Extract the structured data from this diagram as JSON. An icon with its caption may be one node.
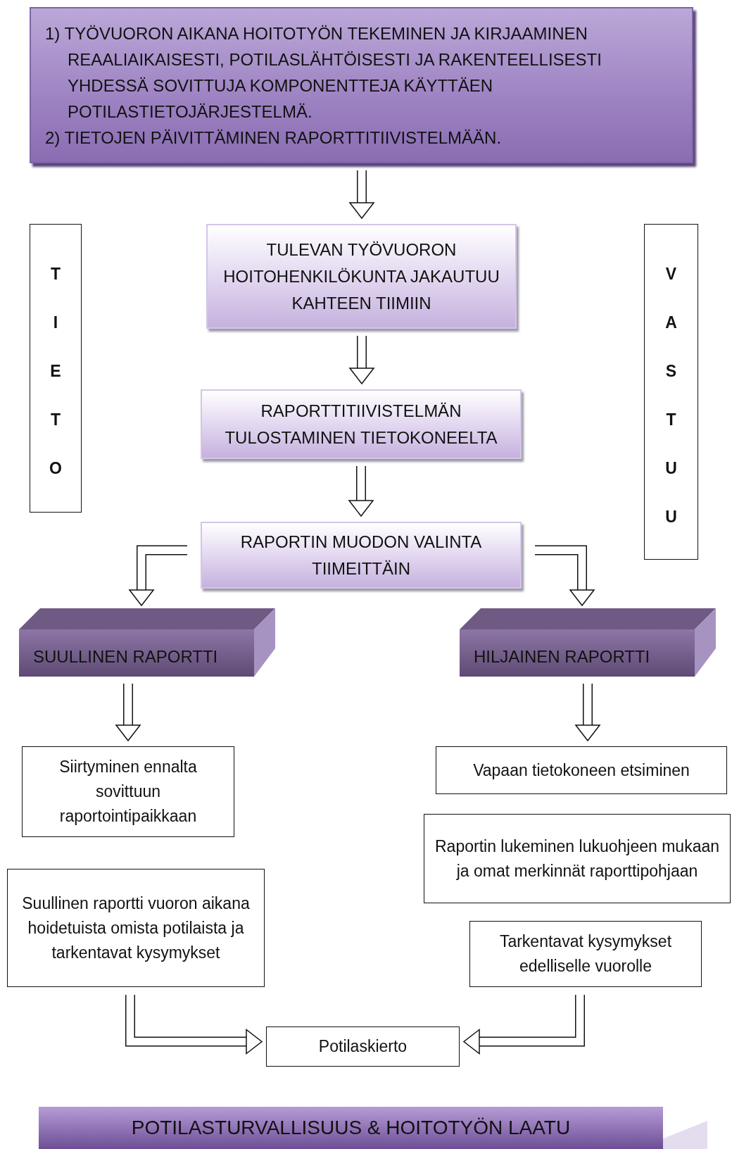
{
  "diagram": {
    "nodes": [
      {
        "text": [
          "1) TYÖVUORON AIKANA HOITOTYÖN TEKEMINEN JA KIRJAAMINEN REAALIAIKAISESTI, POTILASLÄHTÖISESTI JA RAKENTEELLISESTI YHDESSÄ SOVITTUJA KOMPONENTTEJA KÄYTTÄEN POTILASTIETOJÄRJESTELMÄ.",
          "2) TIETOJEN PÄIVITTÄMINEN RAPORTTITIIVISTELMÄÄN."
        ]
      },
      {
        "text": [
          "TIETO"
        ]
      },
      {
        "text": [
          "TULEVAN TYÖVUORON HOITOHENKILÖKUNTA JAKAUTUU KAHTEEN TIIMIIN"
        ]
      },
      {
        "text": [
          "VASTUU"
        ]
      },
      {
        "text": [
          "RAPORTTITIIVISTELMÄN TULOSTAMINEN TIETOKONEELTA"
        ]
      },
      {
        "text": [
          "RAPORTIN MUODON VALINTA TIIMEITTÄIN"
        ]
      },
      {
        "text": [
          "SUULLINEN RAPORTTI"
        ]
      },
      {
        "text": [
          "HILJAINEN RAPORTTI"
        ]
      },
      {
        "text": [
          "Siirtyminen ennalta sovittuun raportointipaikkaan"
        ]
      },
      {
        "text": [
          "Vapaan tietokoneen etsiminen"
        ]
      },
      {
        "text": [
          "Raportin lukeminen lukuohjeen mukaan ja omat merkinnät raporttipohjaan"
        ]
      },
      {
        "text": [
          "Suullinen raportti vuoron aikana hoidetuista omista potilaista ja tarkentavat kysymykset"
        ]
      },
      {
        "text": [
          "Tarkentavat kysymykset edelliselle vuorolle"
        ]
      },
      {
        "text": [
          "Potilaskierto"
        ]
      },
      {
        "text": [
          "POTILASTURVALLISUUS & HOITOTYÖN LAATU"
        ]
      }
    ],
    "edges": [
      {
        "from": 0,
        "to": 2,
        "arrow": "to"
      },
      {
        "from": 2,
        "to": 4,
        "arrow": "to"
      },
      {
        "from": 4,
        "to": 5,
        "arrow": "to"
      },
      {
        "from": 5,
        "to": 6,
        "arrow": "to"
      },
      {
        "from": 5,
        "to": 7,
        "arrow": "to"
      },
      {
        "from": 6,
        "to": 8,
        "arrow": "to"
      },
      {
        "from": 7,
        "to": 9,
        "arrow": "to"
      },
      {
        "from": 11,
        "to": 13,
        "arrow": "to"
      },
      {
        "from": 12,
        "to": 13,
        "arrow": "to"
      }
    ]
  }
}
